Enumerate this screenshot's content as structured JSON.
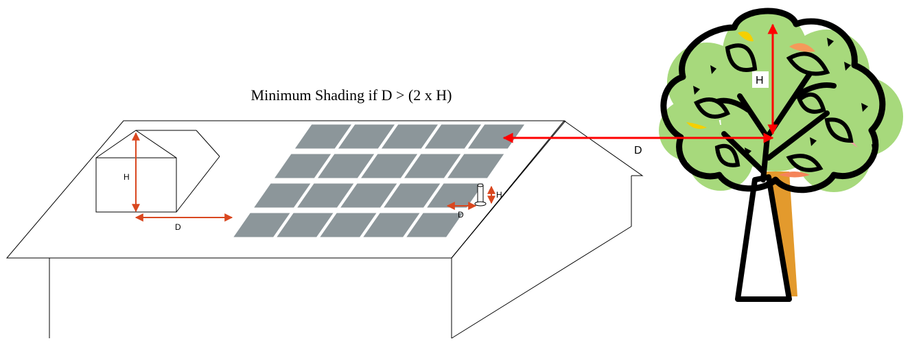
{
  "title": "Minimum Shading if D > (2 x H)",
  "labels": {
    "dormer_height": "H",
    "dormer_distance": "D",
    "vent_height": "H",
    "vent_distance": "D",
    "tree_height": "H",
    "tree_distance": "D"
  },
  "colors": {
    "panel": "#8c969a",
    "dimension_arrow": "#d9471f",
    "tree_arrow": "#ff0000",
    "foliage": "#a7d97c",
    "trunk": "#e39a2d"
  },
  "panel_grid": {
    "rows": 4,
    "columns": 5
  }
}
